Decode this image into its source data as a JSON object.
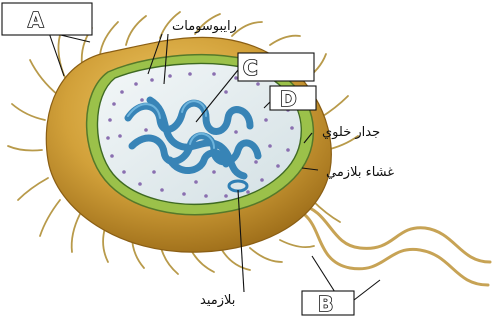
{
  "labels": {
    "ribosomes": "رايبوسومات",
    "cell_wall": "جدار خلوي",
    "plasma_membrane": "غشاء بلازمي",
    "plasmid": "بلازميد"
  },
  "boxes": {
    "a": "A",
    "b": "B",
    "c": "C",
    "d": "D"
  },
  "colors": {
    "capsule": "#d2a13a",
    "capsule_dark": "#a5741d",
    "membrane": "#6f9a33",
    "cytoplasm": "#e3ecee",
    "dna": "#2f7fb4",
    "ribosome": "#8a6fb0",
    "pilus": "#b89a4a",
    "flagellum": "#c7a355"
  }
}
